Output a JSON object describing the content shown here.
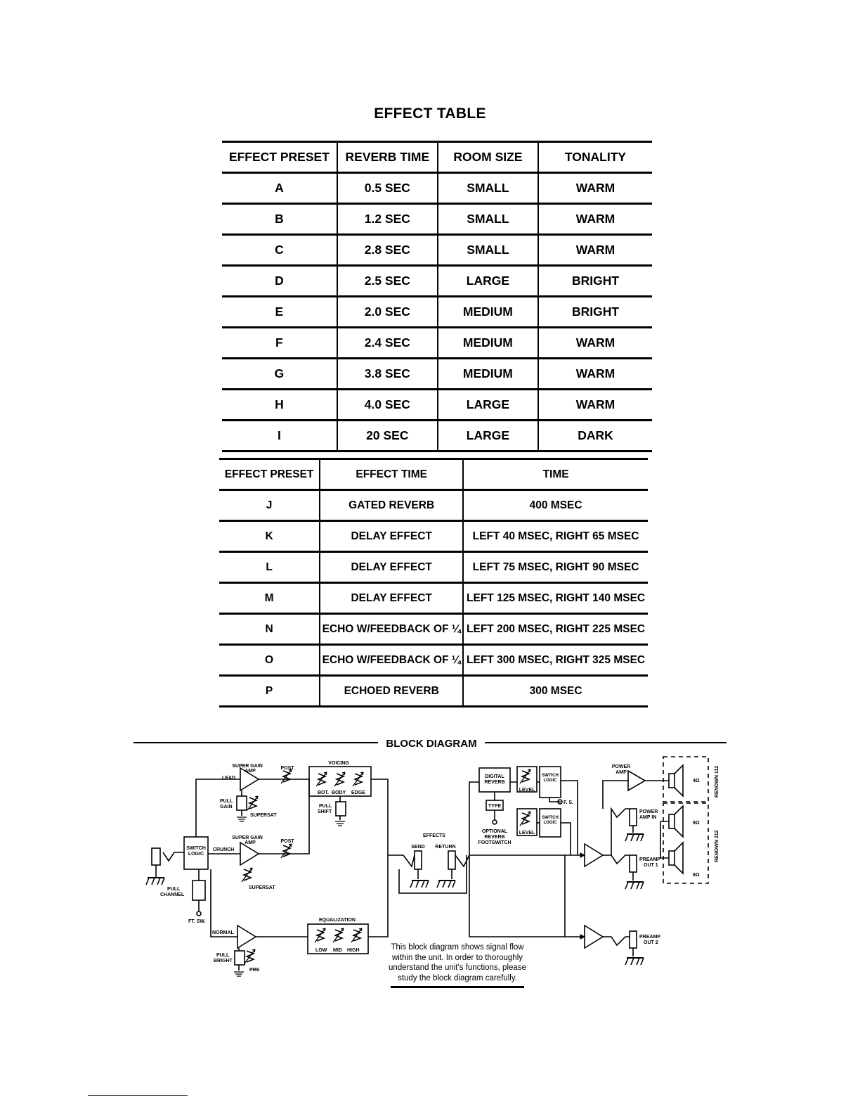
{
  "effect_table": {
    "title": "EFFECT TABLE",
    "headers": [
      "EFFECT PRESET",
      "REVERB TIME",
      "ROOM SIZE",
      "TONALITY"
    ],
    "rows": [
      [
        "A",
        "0.5 SEC",
        "SMALL",
        "WARM"
      ],
      [
        "B",
        "1.2 SEC",
        "SMALL",
        "WARM"
      ],
      [
        "C",
        "2.8 SEC",
        "SMALL",
        "WARM"
      ],
      [
        "D",
        "2.5 SEC",
        "LARGE",
        "BRIGHT"
      ],
      [
        "E",
        "2.0 SEC",
        "MEDIUM",
        "BRIGHT"
      ],
      [
        "F",
        "2.4 SEC",
        "MEDIUM",
        "WARM"
      ],
      [
        "G",
        "3.8 SEC",
        "MEDIUM",
        "WARM"
      ],
      [
        "H",
        "4.0 SEC",
        "LARGE",
        "WARM"
      ],
      [
        "I",
        "20 SEC",
        "LARGE",
        "DARK"
      ]
    ]
  },
  "effect_time_table": {
    "headers": [
      "EFFECT PRESET",
      "EFFECT TIME",
      "TIME"
    ],
    "rows": [
      [
        "J",
        "GATED REVERB",
        "400 MSEC"
      ],
      [
        "K",
        "DELAY EFFECT",
        "LEFT 40 MSEC, RIGHT 65 MSEC"
      ],
      [
        "L",
        "DELAY EFFECT",
        "LEFT 75 MSEC, RIGHT 90 MSEC"
      ],
      [
        "M",
        "DELAY EFFECT",
        "LEFT 125 MSEC, RIGHT 140 MSEC"
      ],
      [
        "N",
        "ECHO W/FEEDBACK OF ¼",
        "LEFT 200 MSEC, RIGHT 225 MSEC"
      ],
      [
        "O",
        "ECHO W/FEEDBACK OF ¼",
        "LEFT 300 MSEC, RIGHT 325 MSEC"
      ],
      [
        "P",
        "ECHOED REVERB",
        "300 MSEC"
      ]
    ]
  },
  "block_diagram": {
    "title": "BLOCK DIAGRAM",
    "labels": {
      "super_gain_amp_1": "SUPER GAIN",
      "amp": "AMP",
      "post": "POST",
      "lead": "LEAD",
      "pull": "PULL",
      "gain": "GAIN",
      "supersat": "SUPERSAT",
      "voicing": "VOICING",
      "bot": "BOT.",
      "body": "BODY",
      "edge": "EDGE",
      "shift": "SHIFT",
      "switch": "SWITCH",
      "logic": "LOGIC",
      "crunch": "CRUNCH",
      "channel": "CHANNEL",
      "ft_sw": "FT. SW.",
      "normal": "NORMAL",
      "bright": "BRIGHT",
      "pre": "PRE",
      "equalization": "EQUALIZATION",
      "low": "LOW",
      "mid": "MID",
      "high": "HIGH",
      "effects": "EFFECTS",
      "send": "SEND",
      "return": "RETURN",
      "digital": "DIGITAL",
      "reverb": "REVERB",
      "type": "TYPE",
      "level": "LEVEL",
      "fs": "F. S.",
      "optional": "OPTIONAL",
      "footswitch": "FOOTSWITCH",
      "power": "POWER",
      "amp_in": "AMP IN",
      "preamp": "PREAMP",
      "out1": "OUT 1",
      "out2": "OUT 2",
      "ohm4": "4Ω",
      "ohm8a": "8Ω",
      "ohm8b": "8Ω",
      "renown112": "RENOWN 112",
      "renown212": "RENOWN 212"
    },
    "caption": [
      "This block diagram shows signal flow",
      "within the unit.  In order to thoroughly",
      "understand the unit's functions, please",
      "study the block diagram carefully."
    ]
  }
}
